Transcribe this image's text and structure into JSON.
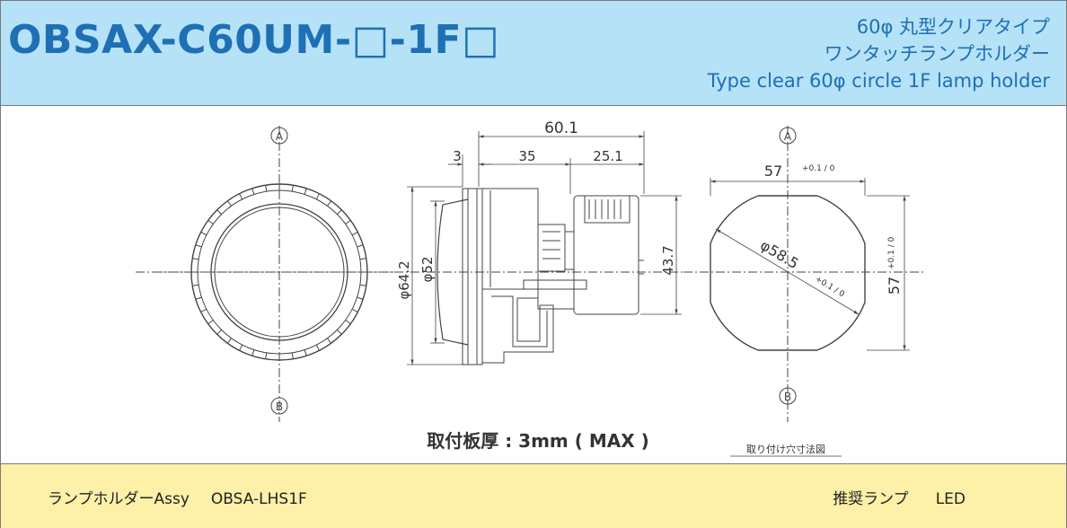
{
  "header": {
    "model_code": "OBSAX-C60UM-□-1F□",
    "title_jp_line1": "60φ 丸型クリアタイプ",
    "title_jp_line2": "ワンタッチランプホルダー",
    "title_en": "Type clear 60φ circle 1F lamp holder"
  },
  "drawing": {
    "datum_a": "A",
    "datum_b": "B",
    "dim_total_width": "60.1",
    "dim_bezel": "3",
    "dim_body": "35",
    "dim_rear": "25.1",
    "dim_rear_height": "43.7",
    "dim_outer_dia": "φ64.2",
    "dim_inner_dia": "φ52",
    "panel_cut_width": "57",
    "panel_cut_height": "57",
    "panel_cut_tol": "+0.1 / 0",
    "panel_cut_dia": "φ58.5",
    "panel_cut_dia_tol": "+0.1 / 0",
    "panel_thickness_note": "取付板厚 : 3mm ( MAX )",
    "panel_cutout_label": "取り付け穴寸法図"
  },
  "footer": {
    "assy_label": "ランプホルダーAssy",
    "assy_part": "OBSA-LHS1F",
    "recommended_label": "推奨ランプ",
    "recommended_value": "LED"
  }
}
